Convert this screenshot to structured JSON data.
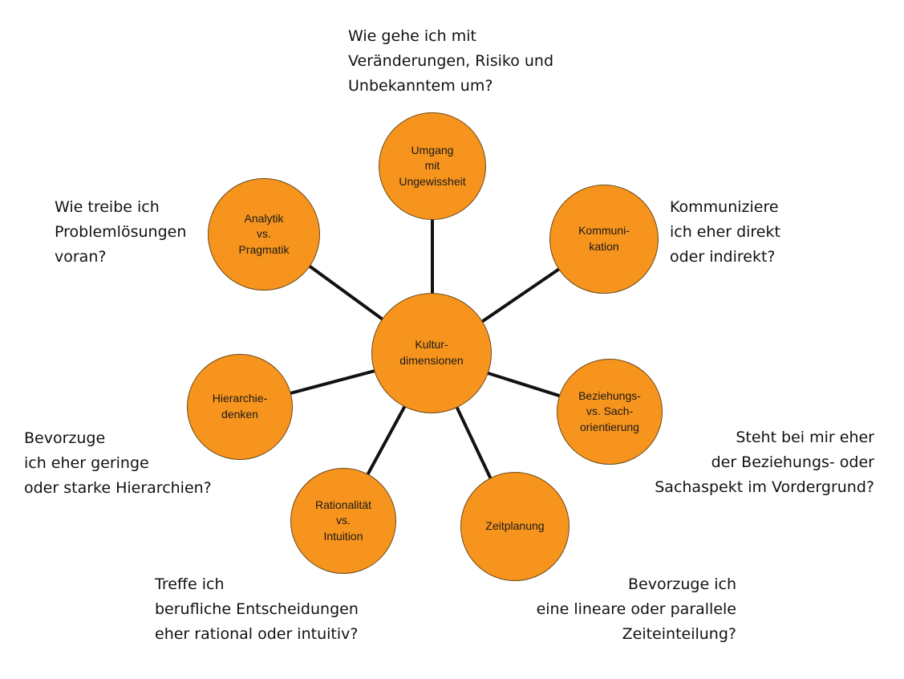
{
  "colors": {
    "node_fill": "#f7941d",
    "node_border": "#6b4a1a",
    "connector": "#111111",
    "text": "#111111"
  },
  "center": {
    "label": "Kultur-\ndimensionen"
  },
  "dimensions": [
    {
      "id": "umgang",
      "label": "Umgang\nmit\nUngewissheit",
      "question": "Wie gehe ich mit\nVeränderungen, Risiko und\nUnbekanntem um?"
    },
    {
      "id": "kommunikation",
      "label": "Kommuni-\nkation",
      "question": "Kommuniziere\nich eher direkt\noder indirekt?"
    },
    {
      "id": "beziehung",
      "label": "Beziehungs-\nvs. Sach-\norientierung",
      "question": "Steht bei mir eher\nder Beziehungs- oder\nSachaspekt im Vordergrund?"
    },
    {
      "id": "zeitplanung",
      "label": "Zeitplanung",
      "question": "Bevorzuge ich\neine lineare oder parallele\nZeiteinteilung?"
    },
    {
      "id": "rationalitaet",
      "label": "Rationalität\nvs.\nIntuition",
      "question": "Treffe ich\nberufliche Entscheidungen\neher rational oder intuitiv?"
    },
    {
      "id": "hierarchie",
      "label": "Hierarchie-\ndenken",
      "question": "Bevorzuge\nich eher geringe\noder starke Hierarchien?"
    },
    {
      "id": "analytik",
      "label": "Analytik\nvs.\nPragmatik",
      "question": "Wie treibe ich\nProblemlösungen\nvoran?"
    }
  ]
}
